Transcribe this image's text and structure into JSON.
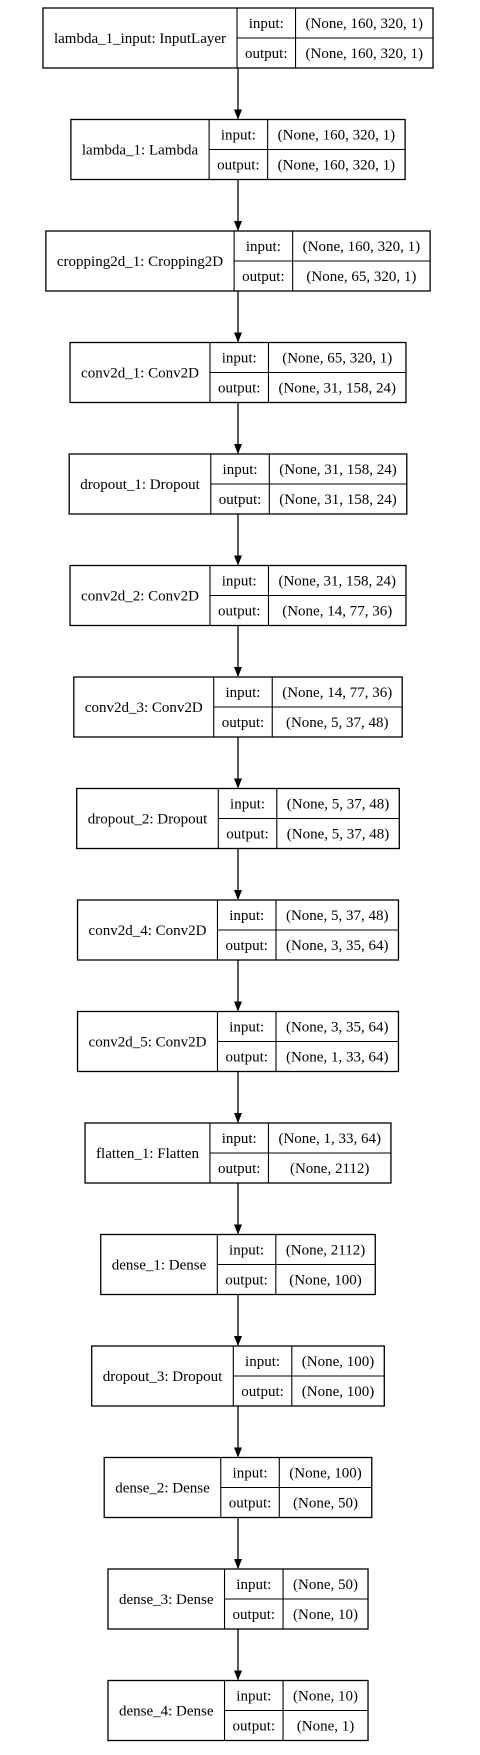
{
  "ports": {
    "input_label": "input:",
    "output_label": "output:"
  },
  "layers": [
    {
      "name": "lambda_1_input: InputLayer",
      "input": "(None, 160, 320, 1)",
      "output": "(None, 160, 320, 1)"
    },
    {
      "name": "lambda_1: Lambda",
      "input": "(None, 160, 320, 1)",
      "output": "(None, 160, 320, 1)"
    },
    {
      "name": "cropping2d_1: Cropping2D",
      "input": "(None, 160, 320, 1)",
      "output": "(None, 65, 320, 1)"
    },
    {
      "name": "conv2d_1: Conv2D",
      "input": "(None, 65, 320, 1)",
      "output": "(None, 31, 158, 24)"
    },
    {
      "name": "dropout_1: Dropout",
      "input": "(None, 31, 158, 24)",
      "output": "(None, 31, 158, 24)"
    },
    {
      "name": "conv2d_2: Conv2D",
      "input": "(None, 31, 158, 24)",
      "output": "(None, 14, 77, 36)"
    },
    {
      "name": "conv2d_3: Conv2D",
      "input": "(None, 14, 77, 36)",
      "output": "(None, 5, 37, 48)"
    },
    {
      "name": "dropout_2: Dropout",
      "input": "(None, 5, 37, 48)",
      "output": "(None, 5, 37, 48)"
    },
    {
      "name": "conv2d_4: Conv2D",
      "input": "(None, 5, 37, 48)",
      "output": "(None, 3, 35, 64)"
    },
    {
      "name": "conv2d_5: Conv2D",
      "input": "(None, 3, 35, 64)",
      "output": "(None, 1, 33, 64)"
    },
    {
      "name": "flatten_1: Flatten",
      "input": "(None, 1, 33, 64)",
      "output": "(None, 2112)"
    },
    {
      "name": "dense_1: Dense",
      "input": "(None, 2112)",
      "output": "(None, 100)"
    },
    {
      "name": "dropout_3: Dropout",
      "input": "(None, 100)",
      "output": "(None, 100)"
    },
    {
      "name": "dense_2: Dense",
      "input": "(None, 100)",
      "output": "(None, 50)"
    },
    {
      "name": "dense_3: Dense",
      "input": "(None, 50)",
      "output": "(None, 10)"
    },
    {
      "name": "dense_4: Dense",
      "input": "(None, 10)",
      "output": "(None, 1)"
    }
  ]
}
